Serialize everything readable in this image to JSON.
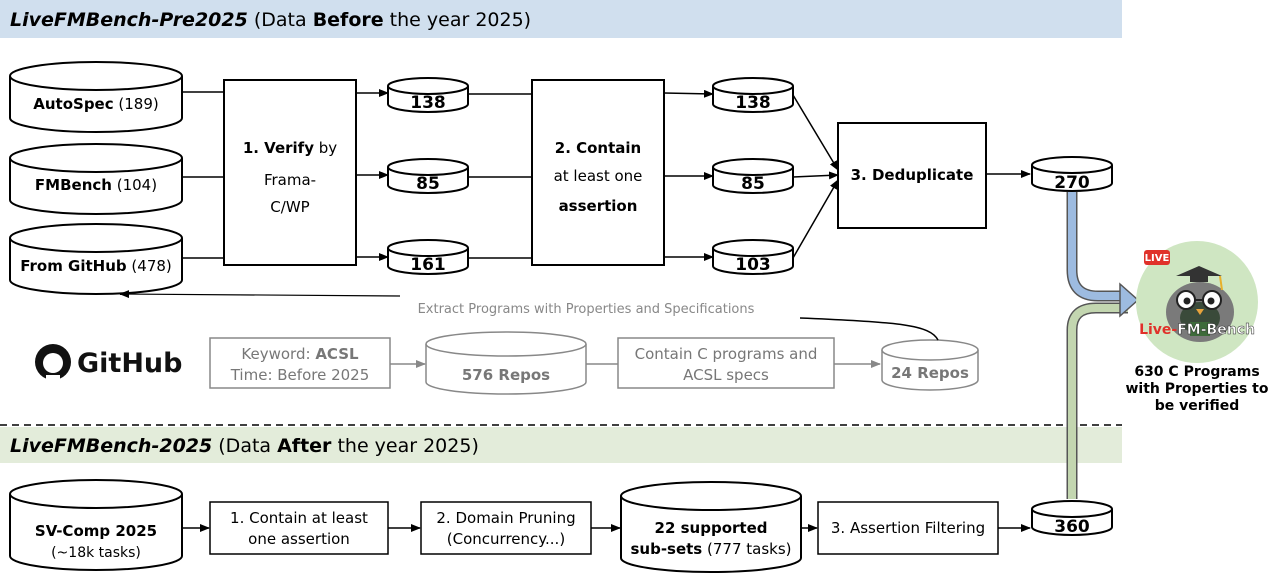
{
  "pre2025": {
    "title": "LiveFMBench-Pre2025",
    "title_suffix_1": " (Data ",
    "title_emph": "Before",
    "title_suffix_2": " the year 2025)",
    "banner_color": "#d0dfee",
    "sources": [
      {
        "name": "AutoSpec",
        "count": " (189)"
      },
      {
        "name": "FMBench",
        "count": " (104)"
      },
      {
        "name": "From GitHub",
        "count": " (478)"
      }
    ],
    "step1": {
      "line1_bold": "1. Verify",
      "line1_rest": " by",
      "line2": "Frama-",
      "line3": "C/WP"
    },
    "after_step1": [
      "138",
      "85",
      "161"
    ],
    "step2": {
      "line1": "2. Contain",
      "line2": "at least one",
      "line3": "assertion"
    },
    "after_step2": [
      "138",
      "85",
      "103"
    ],
    "step3": "3. Deduplicate",
    "result": "270",
    "extract_label": "Extract Programs with Properties and Specifications",
    "github": {
      "logo_text": "GitHub",
      "keyword_prefix": "Keyword: ",
      "keyword_value": "ACSL",
      "time_line": "Time: Before 2025",
      "repos_576": "576 Repos",
      "filter_line1": "Contain C programs and",
      "filter_line2": "ACSL specs",
      "repos_24": "24 Repos"
    }
  },
  "post2025": {
    "title": "LiveFMBench-2025",
    "title_suffix_1": " (Data ",
    "title_emph": "After",
    "title_suffix_2": " the year 2025)",
    "banner_color": "#e3ecda",
    "source_name": "SV-Comp 2025",
    "source_sub": "(~18k tasks)",
    "step1_line1": "1. Contain at least",
    "step1_line2": "one assertion",
    "step2_line1": "2. Domain Pruning",
    "step2_line2": "(Concurrency...)",
    "subsets_line1": "22 supported",
    "subsets_line2_bold": "sub-sets",
    "subsets_line2_rest": " (777 tasks)",
    "step3": "3. Assertion Filtering",
    "result": "360"
  },
  "final": {
    "live_badge": "LIVE",
    "brand_part1": "Live-",
    "brand_part2": "FM-Bench",
    "caption_line1": "630 C Programs",
    "caption_line2": "with Properties to",
    "caption_line3": "be verified",
    "mascot_icon": "owl-mascot-icon",
    "colors": {
      "live_red": "#e0312a",
      "circle": "#cfe6c2",
      "blue_pipe": "#9dbbe0",
      "green_pipe": "#c3d6b0"
    }
  }
}
